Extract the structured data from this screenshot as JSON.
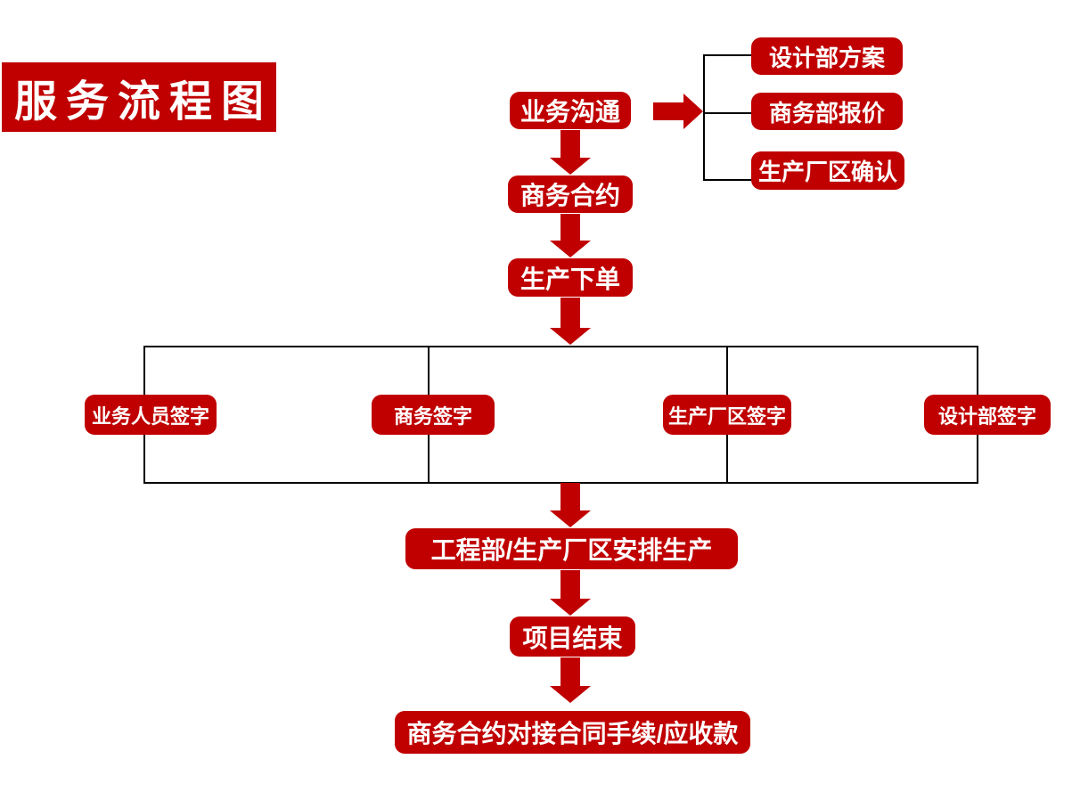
{
  "title": "服务流程图",
  "colors": {
    "accent_red": "#C00000",
    "line_black": "#000000",
    "text_white": "#FFFFFF",
    "background": "#FFFFFF"
  },
  "flow": {
    "start": "业务沟通",
    "branches": {
      "item1": "设计部方案",
      "item2": "商务部报价",
      "item3": "生产厂区确认"
    },
    "contract": "商务合约",
    "order": "生产下单",
    "signatures": {
      "sign1": "业务人员签字",
      "sign2": "商务签字",
      "sign3": "生产厂区签字",
      "sign4": "设计部签字"
    },
    "arrange": "工程部/生产厂区安排生产",
    "end": "项目结束",
    "final": "商务合约对接合同手续/应收款"
  }
}
